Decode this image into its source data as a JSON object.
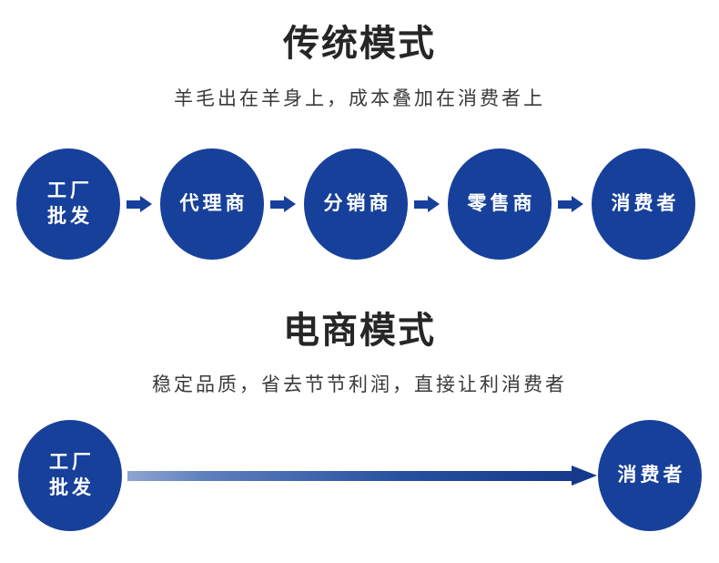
{
  "colors": {
    "brand_blue": "#17409B",
    "arrow_dark": "#16398C",
    "arrow_light": "#8FA5D0",
    "title_text": "#262626",
    "subtitle_text": "#3a3a3a",
    "node_text": "#ffffff",
    "background": "#ffffff"
  },
  "traditional": {
    "title": "传统模式",
    "subtitle": "羊毛出在羊身上，成本叠加在消费者上",
    "nodes": [
      {
        "lines": [
          "工厂",
          "批发"
        ]
      },
      {
        "lines": [
          "代理商"
        ]
      },
      {
        "lines": [
          "分销商"
        ]
      },
      {
        "lines": [
          "零售商"
        ]
      },
      {
        "lines": [
          "消费者"
        ]
      }
    ],
    "connector_icon": "arrow-right-icon",
    "connector_count": 4
  },
  "ecommerce": {
    "title": "电商模式",
    "subtitle": "稳定品质，省去节节利润，直接让利消费者",
    "origin": {
      "lines": [
        "工厂",
        "批发"
      ]
    },
    "destination": {
      "lines": [
        "消费者"
      ]
    },
    "connector_icon": "long-arrow-right-icon"
  }
}
